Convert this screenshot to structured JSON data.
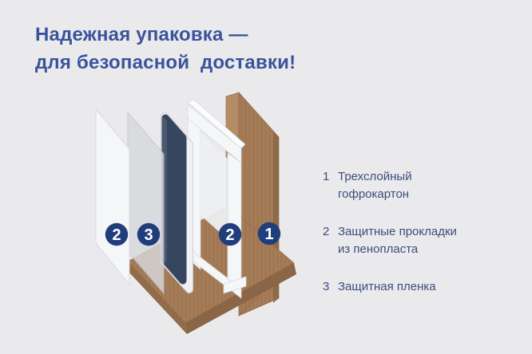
{
  "heading": {
    "line1": "Надежная упаковка —",
    "line2": "для безопасной  доставки!"
  },
  "legend": {
    "items": [
      {
        "num": "1",
        "line1": "Трехслойный",
        "line2": "гофрокартон"
      },
      {
        "num": "2",
        "line1": "Защитные прокладки",
        "line2": "из пенопласта"
      },
      {
        "num": "3",
        "line1": "Защитная пленка",
        "line2": ""
      }
    ]
  },
  "diagram": {
    "badges": [
      {
        "num": "2"
      },
      {
        "num": "3"
      },
      {
        "num": "2"
      },
      {
        "num": "1"
      }
    ],
    "colors": {
      "background": "#eaeaec",
      "heading_text": "#3a549c",
      "legend_text": "#3e4c7d",
      "badge": "#213e7c",
      "badge_number": "#ffffff",
      "cardboard_light": "#b48c66",
      "cardboard": "#a57c57",
      "cardboard_dark": "#8d6847",
      "cardboard_side": "#916c4a",
      "cardboard_bottom": "#8a6546",
      "foam": "#f5f6f8",
      "foam_recess": "#edeff2",
      "foam_outline": "#d7d9de",
      "film": "#d7d8dc",
      "film_outline": "#c3c4ca",
      "panel_navy": "#36465e",
      "panel_navy_light": "#4d5d74",
      "panel_edge": "#eef0f2"
    }
  }
}
